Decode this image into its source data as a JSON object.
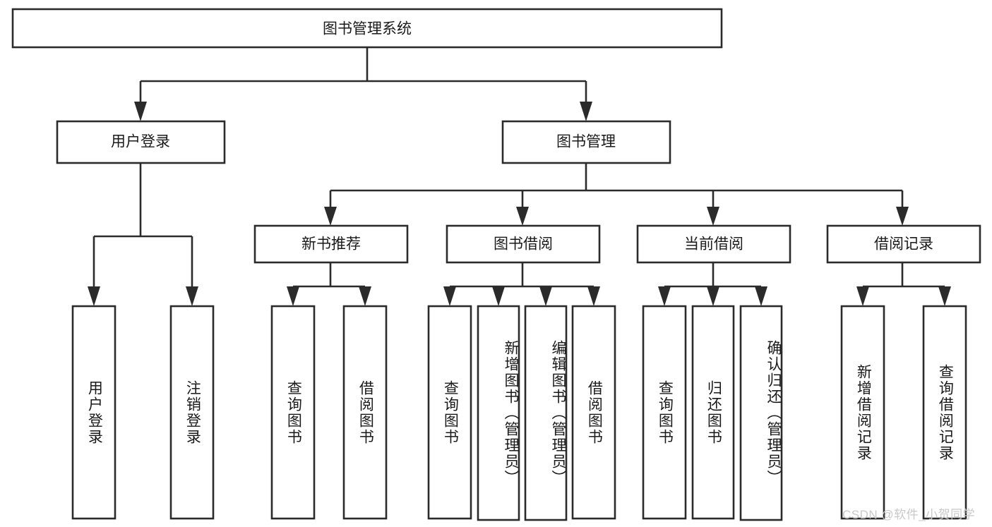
{
  "diagram": {
    "type": "tree-hierarchy",
    "title": "图书管理系统",
    "root": {
      "id": "root",
      "label": "图书管理系统",
      "orientation": "horizontal"
    },
    "level2": [
      {
        "id": "user-login",
        "label": "用户登录",
        "orientation": "horizontal"
      },
      {
        "id": "book-management",
        "label": "图书管理",
        "orientation": "horizontal"
      }
    ],
    "level3": [
      {
        "id": "new-book-recommend",
        "label": "新书推荐",
        "parent": "book-management",
        "orientation": "horizontal"
      },
      {
        "id": "book-borrow",
        "label": "图书借阅",
        "parent": "book-management",
        "orientation": "horizontal"
      },
      {
        "id": "current-borrow",
        "label": "当前借阅",
        "parent": "book-management",
        "orientation": "horizontal"
      },
      {
        "id": "borrow-record",
        "label": "借阅记录",
        "parent": "book-management",
        "orientation": "horizontal"
      }
    ],
    "leaves": [
      {
        "id": "leaf-user-login",
        "label": "用户登录",
        "parent": "user-login",
        "orientation": "vertical"
      },
      {
        "id": "leaf-logout",
        "label": "注销登录",
        "parent": "user-login",
        "orientation": "vertical"
      },
      {
        "id": "leaf-query-book-1",
        "label": "查询图书",
        "parent": "new-book-recommend",
        "orientation": "vertical"
      },
      {
        "id": "leaf-borrow-book-1",
        "label": "借阅图书",
        "parent": "new-book-recommend",
        "orientation": "vertical"
      },
      {
        "id": "leaf-query-book-2",
        "label": "查询图书",
        "parent": "book-borrow",
        "orientation": "vertical"
      },
      {
        "id": "leaf-add-book",
        "label": "新增图书（管理员）",
        "parent": "book-borrow",
        "orientation": "vertical"
      },
      {
        "id": "leaf-edit-book",
        "label": "编辑图书（管理员）",
        "parent": "book-borrow",
        "orientation": "vertical"
      },
      {
        "id": "leaf-borrow-book-2",
        "label": "借阅图书",
        "parent": "book-borrow",
        "orientation": "vertical"
      },
      {
        "id": "leaf-query-book-3",
        "label": "查询图书",
        "parent": "current-borrow",
        "orientation": "vertical"
      },
      {
        "id": "leaf-return-book",
        "label": "归还图书",
        "parent": "current-borrow",
        "orientation": "vertical"
      },
      {
        "id": "leaf-confirm-return",
        "label": "确认归还（管理员）",
        "parent": "current-borrow",
        "orientation": "vertical"
      },
      {
        "id": "leaf-add-record",
        "label": "新增借阅记录",
        "parent": "borrow-record",
        "orientation": "vertical"
      },
      {
        "id": "leaf-query-record",
        "label": "查询借阅记录",
        "parent": "borrow-record",
        "orientation": "vertical"
      }
    ],
    "colors": {
      "stroke": "#2b2b2b",
      "fill": "#ffffff",
      "text": "#1a1a1a",
      "background": "#ffffff",
      "watermark": "#c9c9c9"
    }
  },
  "watermark": {
    "text": "CSDN @软件_小贺同学"
  }
}
